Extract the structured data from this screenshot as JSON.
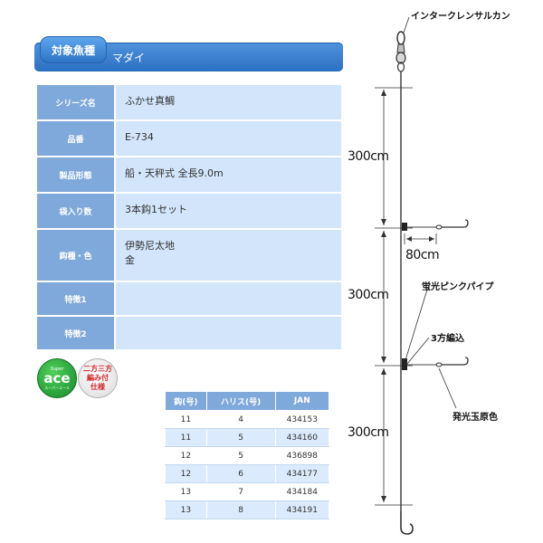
{
  "target": {
    "tab_label": "対象魚種",
    "value": "マダイ"
  },
  "specs": [
    {
      "label": "シリーズ名",
      "value": "ふかせ真鯛"
    },
    {
      "label": "品番",
      "value": "E-734"
    },
    {
      "label": "製品形態",
      "value": "船・天秤式 全長9.0m"
    },
    {
      "label": "袋入り数",
      "value": "3本鈎1セット"
    },
    {
      "label": "鈎種・色",
      "value": "伊勢尼太地",
      "value2": "金"
    },
    {
      "label": "特徴1",
      "value": ""
    },
    {
      "label": "特徴2",
      "value": ""
    }
  ],
  "badges": {
    "ace": {
      "super": "Super",
      "main": "ace",
      "sub": "スーパーエース"
    },
    "three_way": {
      "line1": "二方三方",
      "line2": "編み付",
      "line3": "仕様"
    }
  },
  "size_table": {
    "headers": [
      "鈎(号)",
      "ハリス(号)",
      "JAN"
    ],
    "rows": [
      [
        "11",
        "4",
        "434153"
      ],
      [
        "11",
        "5",
        "434160"
      ],
      [
        "12",
        "5",
        "436898"
      ],
      [
        "12",
        "6",
        "434177"
      ],
      [
        "13",
        "7",
        "434184"
      ],
      [
        "13",
        "8",
        "434191"
      ]
    ]
  },
  "diagram": {
    "swivel_label": "インタークレンサルカン",
    "segment1": "300cm",
    "branch_length": "80cm",
    "segment2": "300cm",
    "pipe_label": "蛍光ピンクパイプ",
    "knot_label": "3方編込",
    "bead_label": "発光玉原色",
    "segment3": "300cm"
  },
  "colors": {
    "accent": "#2b6fc1",
    "label_bg": "#7fa9da",
    "value_bg": "#d2e5fb"
  }
}
